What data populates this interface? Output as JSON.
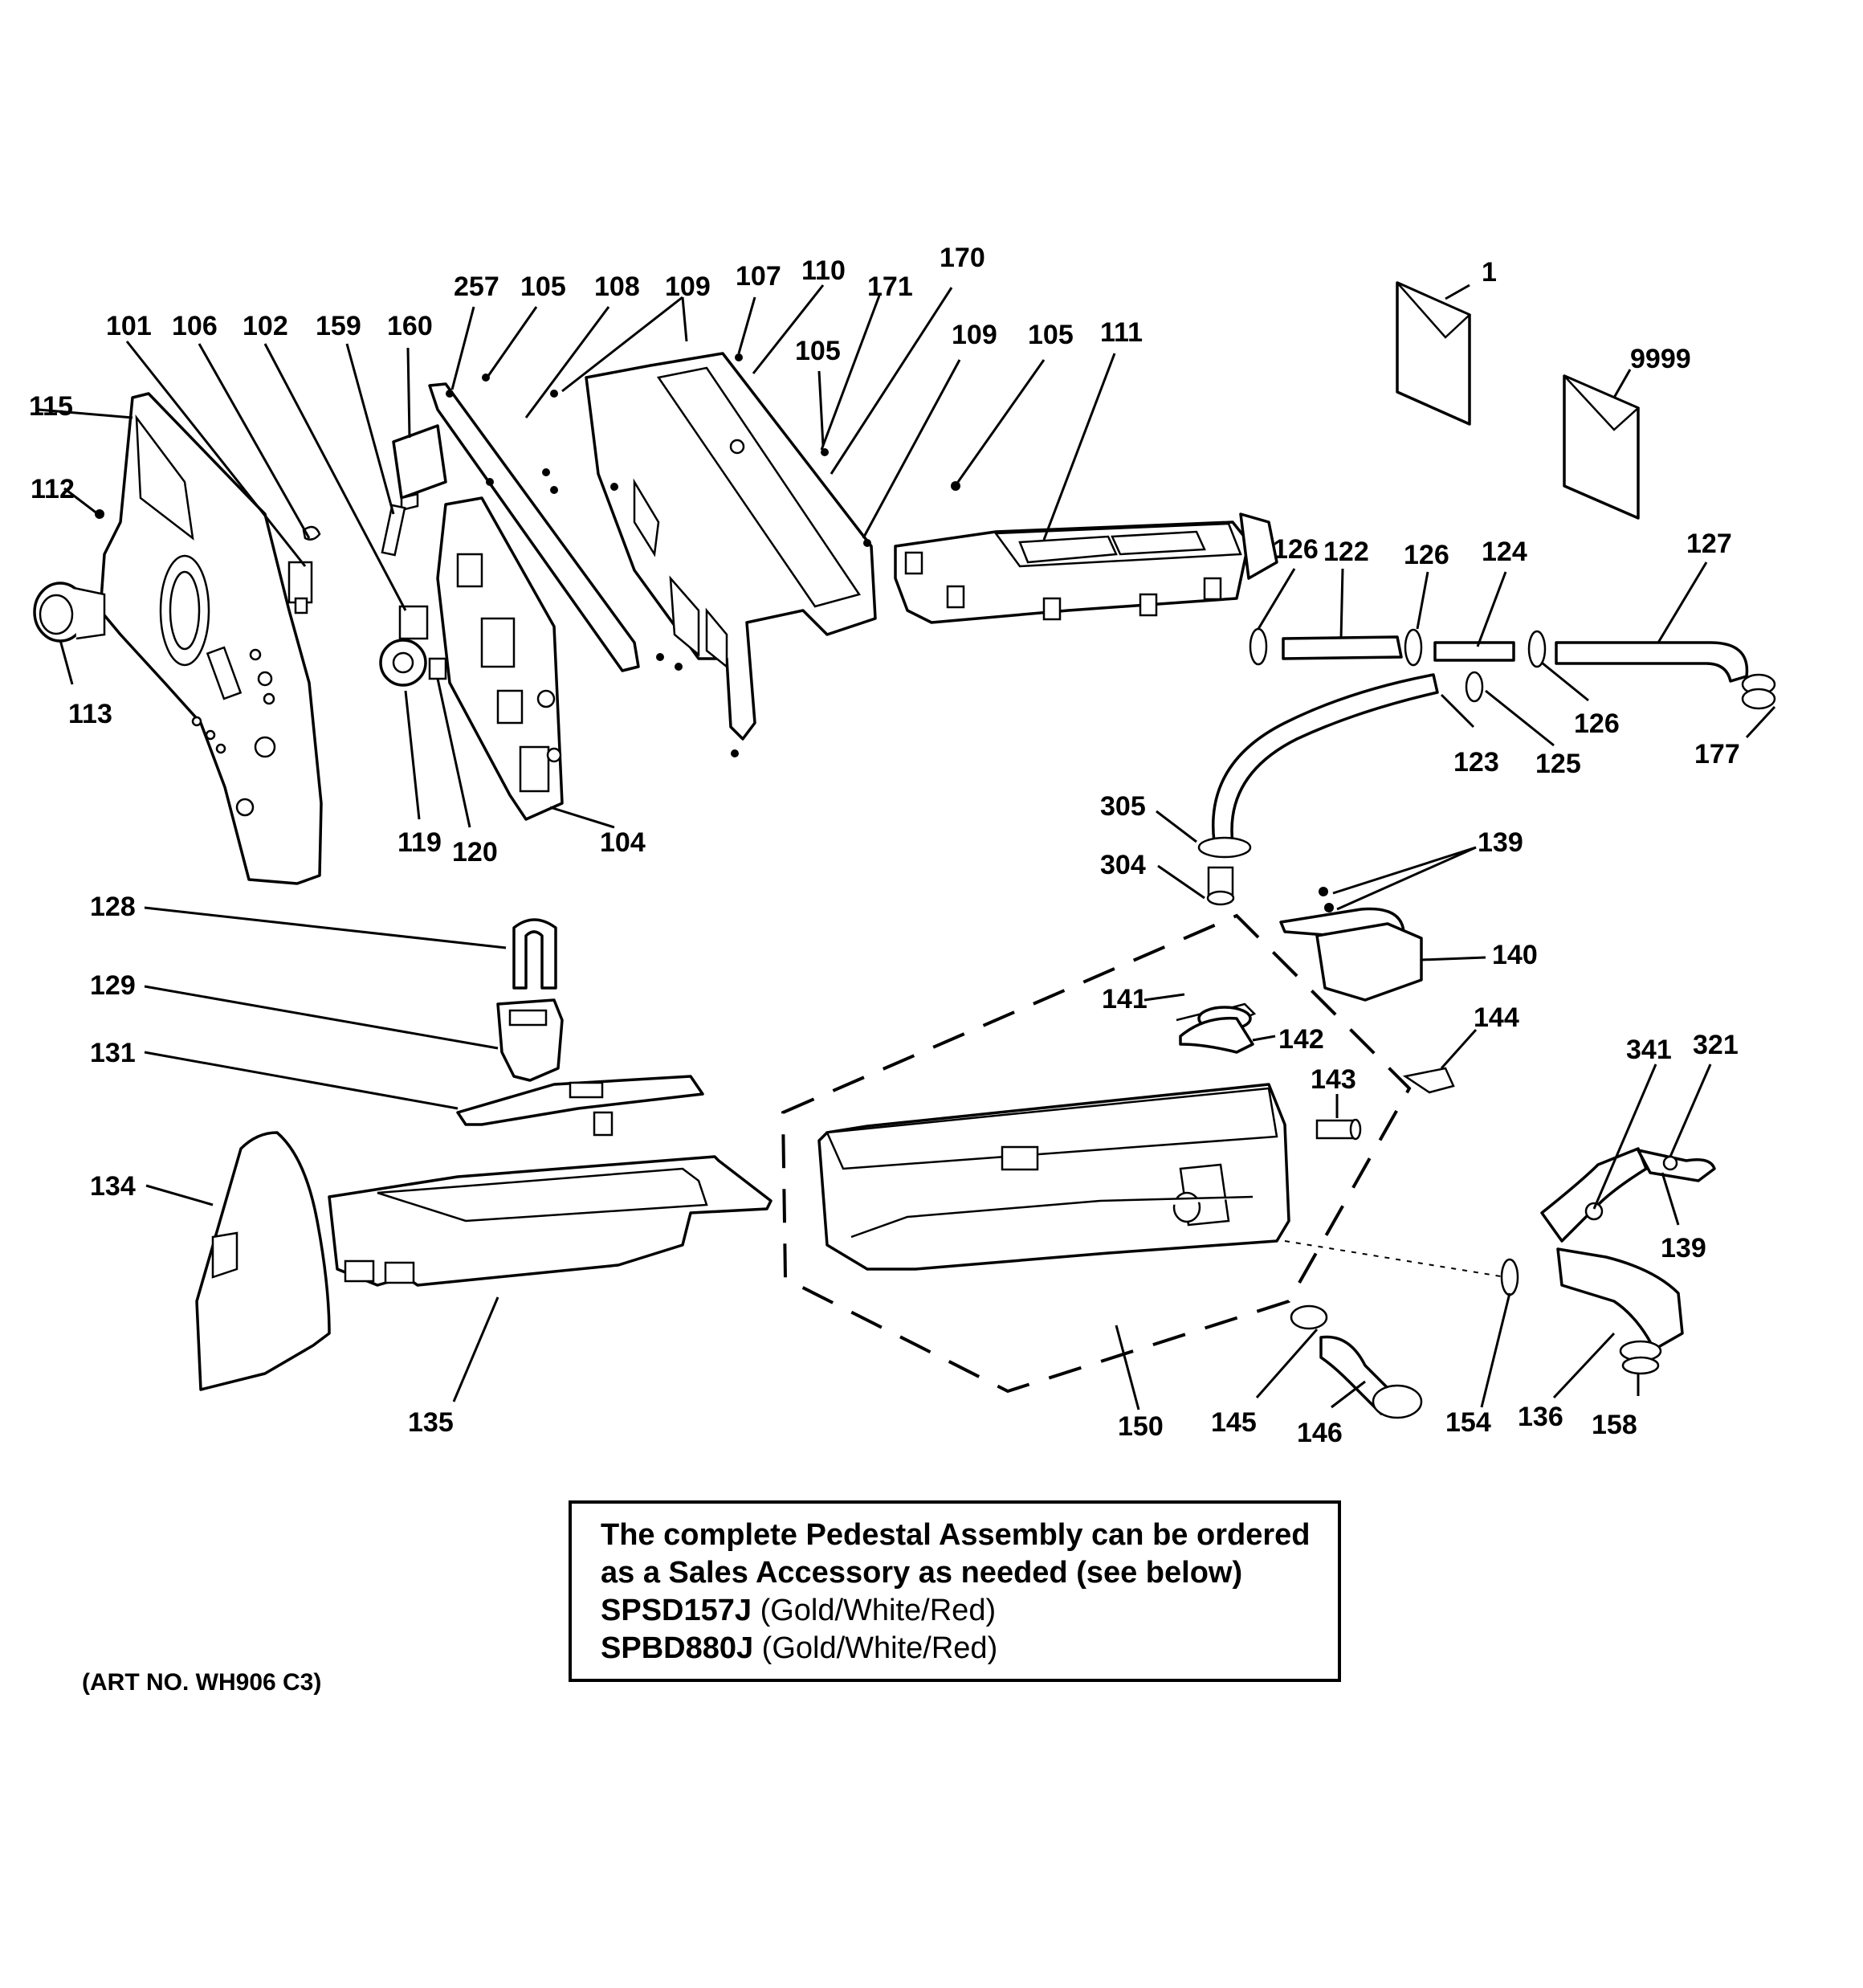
{
  "note": {
    "line1": "The complete Pedestal Assembly can be ordered",
    "line2": "as a Sales Accessory as needed (see below)",
    "model1": "SPSD157J",
    "model1_colors": " (Gold/White/Red)",
    "model2": "SPBD880J",
    "model2_colors": " (Gold/White/Red)"
  },
  "art_number": "(ART NO. WH906 C3)",
  "callouts": {
    "c1": "1",
    "c9999": "9999",
    "c101": "101",
    "c106": "106",
    "c102": "102",
    "c159": "159",
    "c160": "160",
    "c257": "257",
    "c105a": "105",
    "c108": "108",
    "c109a": "109",
    "c107": "107",
    "c110": "110",
    "c170": "170",
    "c105b": "105",
    "c171": "171",
    "c109b": "109",
    "c105c": "105",
    "c111": "111",
    "c115": "115",
    "c112": "112",
    "c113": "113",
    "c119": "119",
    "c120": "120",
    "c104": "104",
    "c126a": "126",
    "c122": "122",
    "c126b": "126",
    "c124": "124",
    "c127": "127",
    "c126c": "126",
    "c123": "123",
    "c125": "125",
    "c177": "177",
    "c305": "305",
    "c304": "304",
    "c139a": "139",
    "c140": "140",
    "c141": "141",
    "c142": "142",
    "c144": "144",
    "c143": "143",
    "c128": "128",
    "c129": "129",
    "c131": "131",
    "c134": "134",
    "c135": "135",
    "c150": "150",
    "c145": "145",
    "c146": "146",
    "c154": "154",
    "c136": "136",
    "c158": "158",
    "c341": "341",
    "c321": "321",
    "c139b": "139"
  }
}
